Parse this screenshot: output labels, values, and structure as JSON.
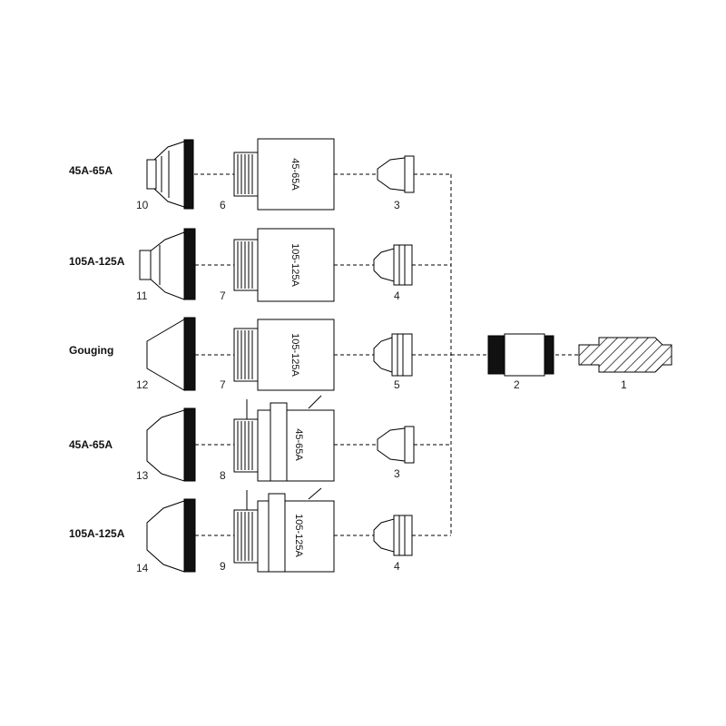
{
  "rows": [
    {
      "mode_label": "45A-65A",
      "shield_no": "10",
      "retainer_no": "6",
      "retainer_rating": "45-65A",
      "nozzle_no": "3"
    },
    {
      "mode_label": "105A-125A",
      "shield_no": "11",
      "retainer_no": "7",
      "retainer_rating": "105-125A",
      "nozzle_no": "4"
    },
    {
      "mode_label": "Gouging",
      "shield_no": "12",
      "retainer_no": "7",
      "retainer_rating": "105-125A",
      "nozzle_no": "5"
    },
    {
      "mode_label": "45A-65A",
      "shield_no": "13",
      "retainer_no": "8",
      "retainer_rating": "45-65A",
      "nozzle_no": "3"
    },
    {
      "mode_label": "105A-125A",
      "shield_no": "14",
      "retainer_no": "9",
      "retainer_rating": "105-125A",
      "nozzle_no": "4"
    }
  ],
  "swirl_ring_no": "2",
  "electrode_no": "1"
}
